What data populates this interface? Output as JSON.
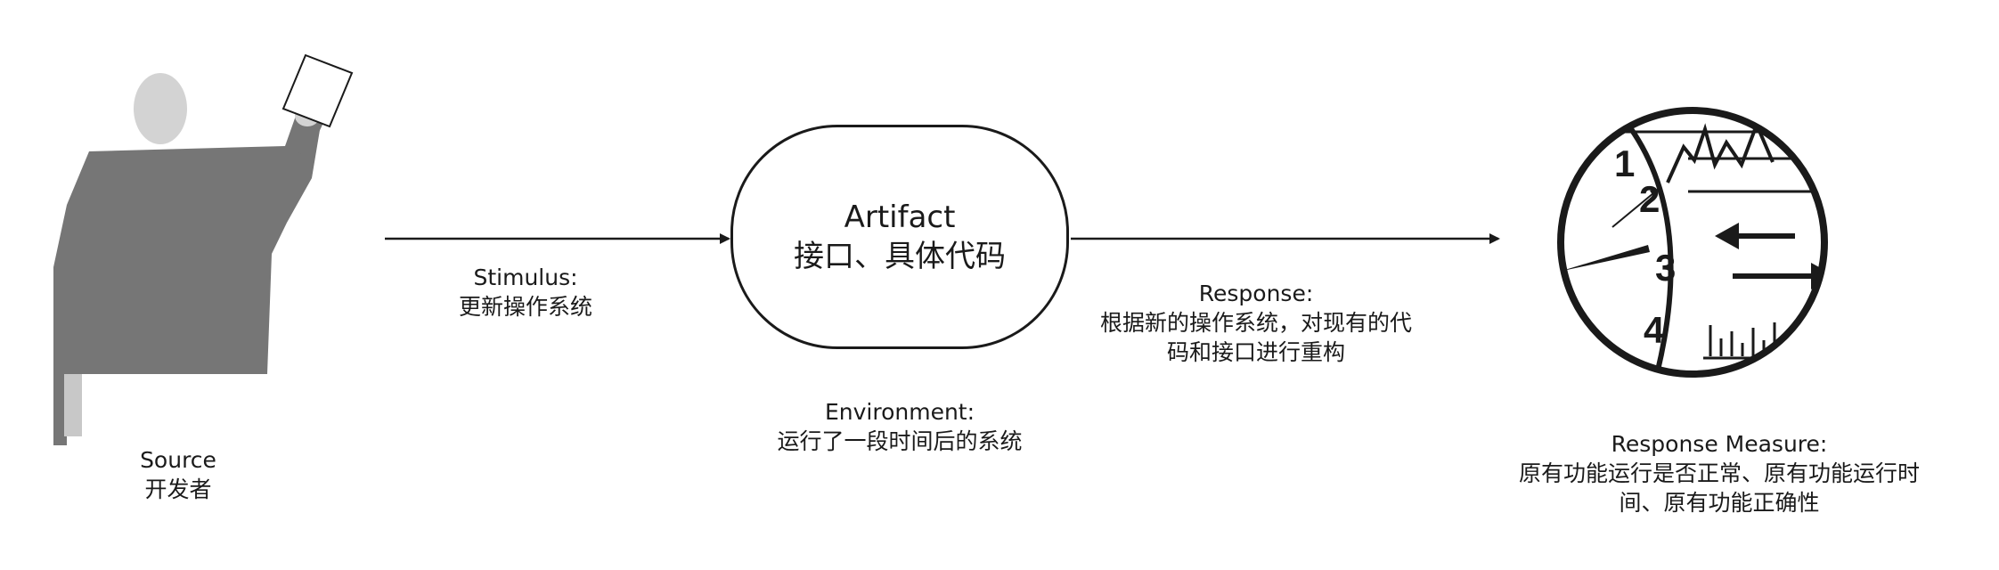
{
  "source": {
    "title": "Source",
    "value": "开发者"
  },
  "stimulus": {
    "title": "Stimulus:",
    "value": "更新操作系统"
  },
  "artifact": {
    "title": "Artifact",
    "value": "接口、具体代码"
  },
  "environment": {
    "title": "Environment:",
    "value": "运行了一段时间后的系统"
  },
  "response": {
    "title": "Response:",
    "line1": "根据新的操作系统，对现有的代",
    "line2": "码和接口进行重构"
  },
  "response_measure": {
    "title": "Response Measure:",
    "line1": "原有功能运行是否正常、原有功能运行时",
    "line2": "间、原有功能正确性"
  },
  "gauge": {
    "numbers": [
      "1",
      "2",
      "3",
      "4"
    ]
  },
  "colors": {
    "figure_body": "#767676",
    "figure_head": "#d3d3d3",
    "line": "#1a1a1a"
  },
  "icons": {
    "source": "person-holding-card-icon",
    "response_measure": "measurement-gauge-icon"
  }
}
